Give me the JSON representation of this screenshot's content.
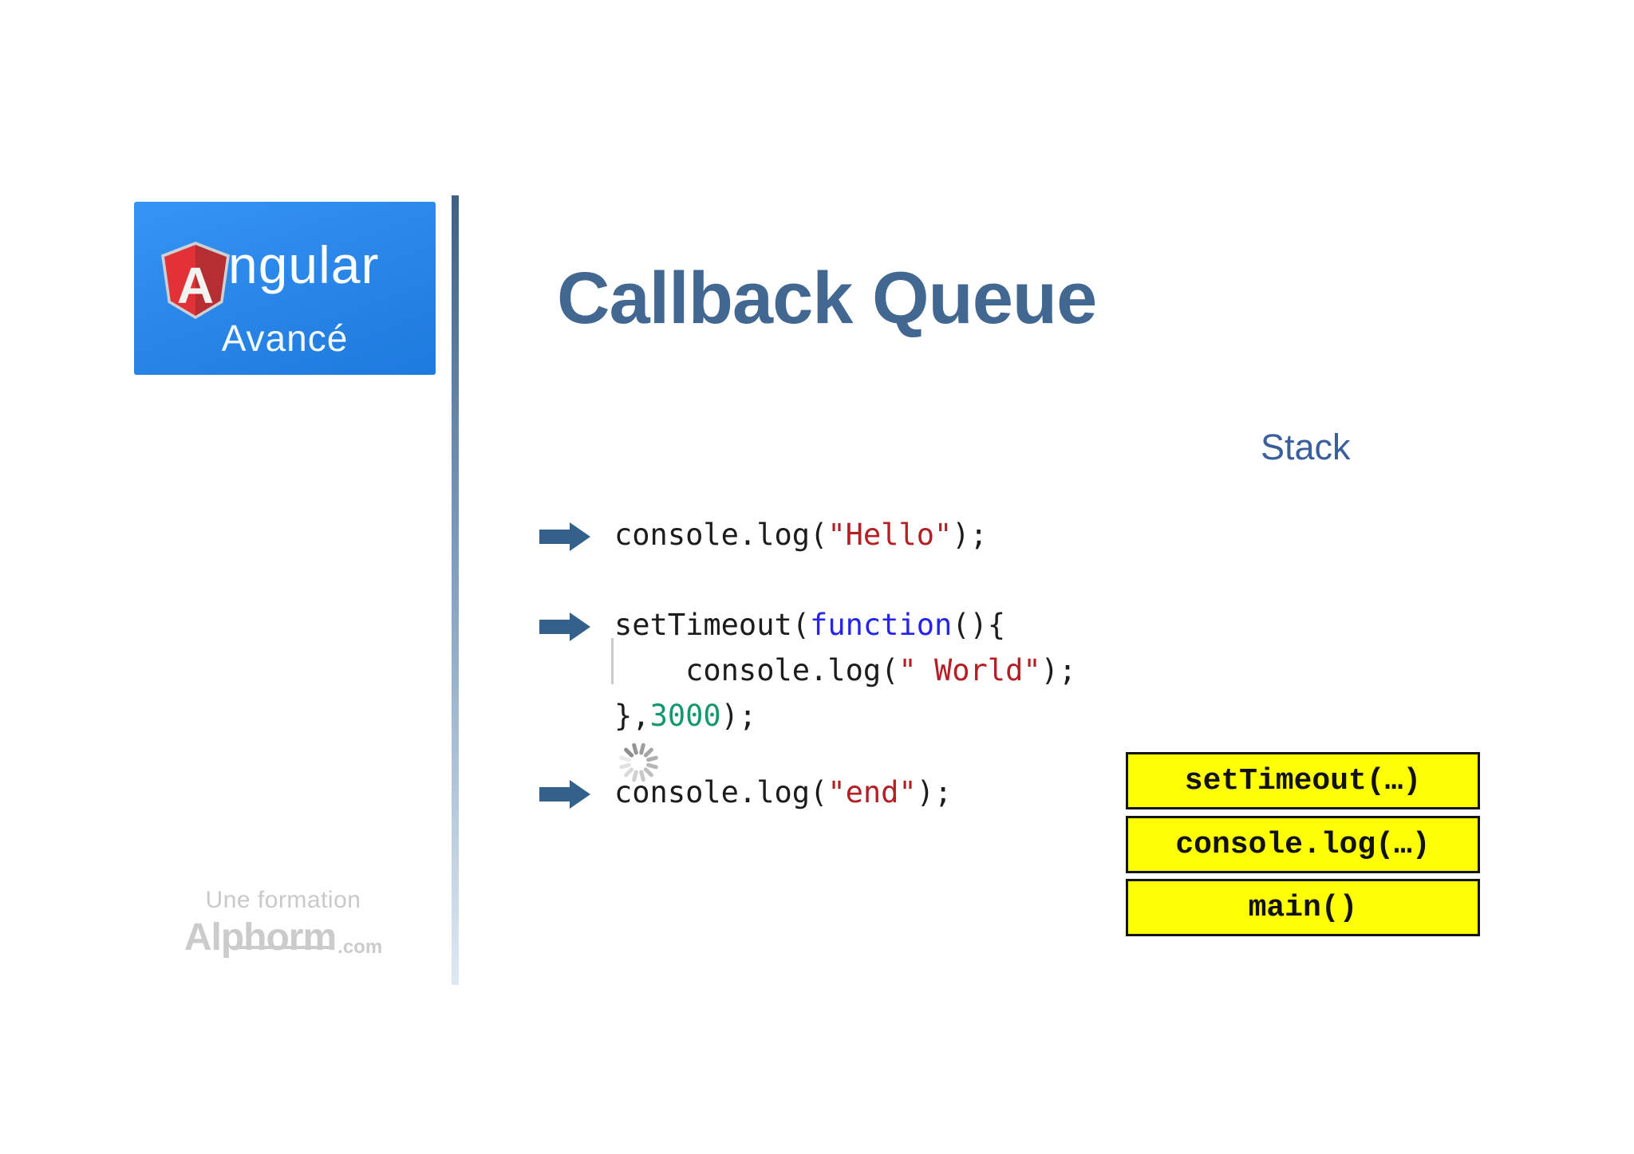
{
  "logo": {
    "shield_letter": "A",
    "brand_rest": "ngular",
    "subtitle": "Avancé"
  },
  "title": "Callback Queue",
  "stack_label": "Stack",
  "stack_frames": [
    "setTimeout(…)",
    "console.log(…)",
    "main()"
  ],
  "code": {
    "lines": [
      {
        "tokens": [
          {
            "t": "console.log(",
            "c": "plain"
          },
          {
            "t": "\"Hello\"",
            "c": "str"
          },
          {
            "t": ");",
            "c": "plain"
          }
        ]
      },
      {
        "tokens": [
          {
            "t": "setTimeout(",
            "c": "plain"
          },
          {
            "t": "function",
            "c": "kw"
          },
          {
            "t": "(){",
            "c": "plain"
          }
        ]
      },
      {
        "tokens": [
          {
            "t": "    console.log(",
            "c": "plain"
          },
          {
            "t": "\" World\"",
            "c": "str"
          },
          {
            "t": ");",
            "c": "plain"
          }
        ]
      },
      {
        "tokens": [
          {
            "t": "},",
            "c": "plain"
          },
          {
            "t": "3000",
            "c": "num"
          },
          {
            "t": ");",
            "c": "plain"
          }
        ]
      },
      {
        "tokens": [
          {
            "t": "console.log(",
            "c": "plain"
          },
          {
            "t": "\"end\"",
            "c": "str"
          },
          {
            "t": ");",
            "c": "plain"
          }
        ]
      }
    ]
  },
  "footer": {
    "line1": "Une formation",
    "brand": "Alphorm",
    "tld": ".com"
  },
  "colors": {
    "title-blue": "#426790",
    "stack-blue": "#3b5f9d",
    "arrow-blue": "#33618c",
    "code-plain": "#1c1c1c",
    "code-string": "#b21f24",
    "code-keyword": "#2424ee",
    "code-number": "#12996a",
    "stack-yellow": "#fdfd05",
    "angular-red-left": "#e23237",
    "angular-red-right": "#b52e31",
    "logo-blue": "#2b87e8"
  }
}
